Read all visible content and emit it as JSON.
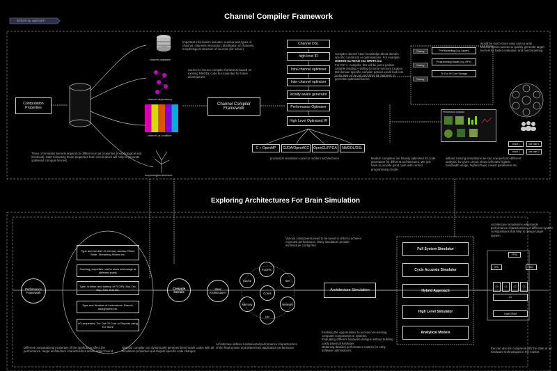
{
  "top_tag": "Bottom-up approach",
  "title1": "Channel Compiler Framework",
  "title2": "Exploring Architectures For Brain Simulation",
  "section1": {
    "computation_properties": "Computation Properties",
    "channel_database": "channel database",
    "channel_dependency": "channel dependency",
    "channel_vs_localition": "channel-vs-localition",
    "morphological_structure": "morphological structure",
    "sim_kernels_note": "Three of simulator kernels depend on different circuit properties (morphological and electrical). Start extracting these properties from circuit which will help to generate optimised compute kernels.",
    "important_info_note": "Important information includes: number and types of channel, channels interaction, distribution of channels, morphological structure of neurons (for solver)",
    "source_to_source_note": "Source-to-Source compiler framework based on existing NMODL code but extended for future development",
    "channel_compiler": "Channel Compiler Framework",
    "pipeline": [
      "Channel DSL",
      "high level IR",
      "Intra-channel optimiser",
      "Inter-channel optimiser",
      "locality aware generator",
      "Performance Optimiser",
      "High Level Optimised IR"
    ],
    "targets": [
      "C + OpenMP",
      "CUDA/OpenACC",
      "OpenCL/FPGA",
      "NMODL/DSL"
    ],
    "production_note": "production simulation code for modern architectures",
    "compiler_note_1": "Compiler doesn't have knowledge about domain specific constructs or optimisations. For example:",
    "compiler_note_useion": "USEION na READ ena WRITE ina",
    "compiler_note_2": "For C/C++ compiler, this will be just a pointer variable reading + writing to some memory location. But domain specific compiler passes could look into co-location of ita ion and other ita channels to generate optimised kernel.",
    "modern_compilers_note": "Modern compilers are heavily optimised for code generation for different architectures. We just have to provide good code with correct programming model.",
    "small_boxes": [
      "Dummy",
      "Dummy",
      "Dummy"
    ],
    "perf_boxes": [
      "Perf Modelling (e.g. Aspen)",
      "Programming Model (e.g. HPX)",
      "To Out Of Core Storage"
    ],
    "future_note": "would be much more easy now to write transformation passes to quickly generate target kernels for faster evaluation and benchmarking",
    "dashboard_title": "Performance Analysis",
    "circuits": [
      "circuit 1",
      "circuit 2"
    ],
    "use_cases": [
      "use case 1",
      "use case 2"
    ],
    "simulation_note": "without running simulations we can now perform different analysis: for given circuit, show cells with highest bandwidth usage, highest flops, lowest parallelism etc."
  },
  "section2": {
    "performance_framework": "Performance Framework",
    "properties": [
      "Type and number of memory access: Read, Write, Streaming Stores etc.",
      "Caching properties: cache sizes and usage at different levels",
      "Type, number and latency of FLOPs: Mul, Div, Exp, Add, Sub etc.",
      "Type and Number of Instructions: Branch, Assignment etc.",
      "I/O properties: For Out Of Core or Reports using KV Store"
    ],
    "different_props_note": "Different computational properties of the application affect the performance, target architecture characteristics define upper bound",
    "nmodl_note": "NMODL compiler can dynamically generate benchmark codes with all simulation properties and targets specific code changes",
    "compute_kernels": "Compute Kernels",
    "ideal_architecture": "Ideal Architecture?",
    "components": [
      "FLOPS",
      "Cache",
      "ISA",
      "Cores",
      "Memory",
      "Network",
      "I/O"
    ],
    "components_note": "Various components need to be tuned in order to achieve expected performance. Many simulators provide architecture config files",
    "architecture_note": "Architecture defines fundamental performance characteristics of the final system and determines application performance",
    "architecture_simulation": "Architecture Simulation",
    "simulators": [
      "Full System Simulator",
      "Cycle Accurate Simulator",
      "Hybrid Approach",
      "High Level Simulator",
      "Analytical Models"
    ],
    "enabling_notes": [
      "Enabling the opportunities to access non-existing computer components or systems",
      "Evaluating different hardware designs without building costly physical hardware",
      "Obtaining detailed performance metrics for early software optimisations"
    ],
    "arch_sim_note": "Architecture simulations will provide performance characteristics of different system configurations that help to design target system",
    "compare_note": "this can also be compared with the state of art hardware technologies in the market",
    "chip_labels": [
      "FPGA",
      "GPU",
      "NIC",
      "C0",
      "C1",
      "C2",
      "C3",
      "L3",
      "Local DRAM"
    ]
  }
}
